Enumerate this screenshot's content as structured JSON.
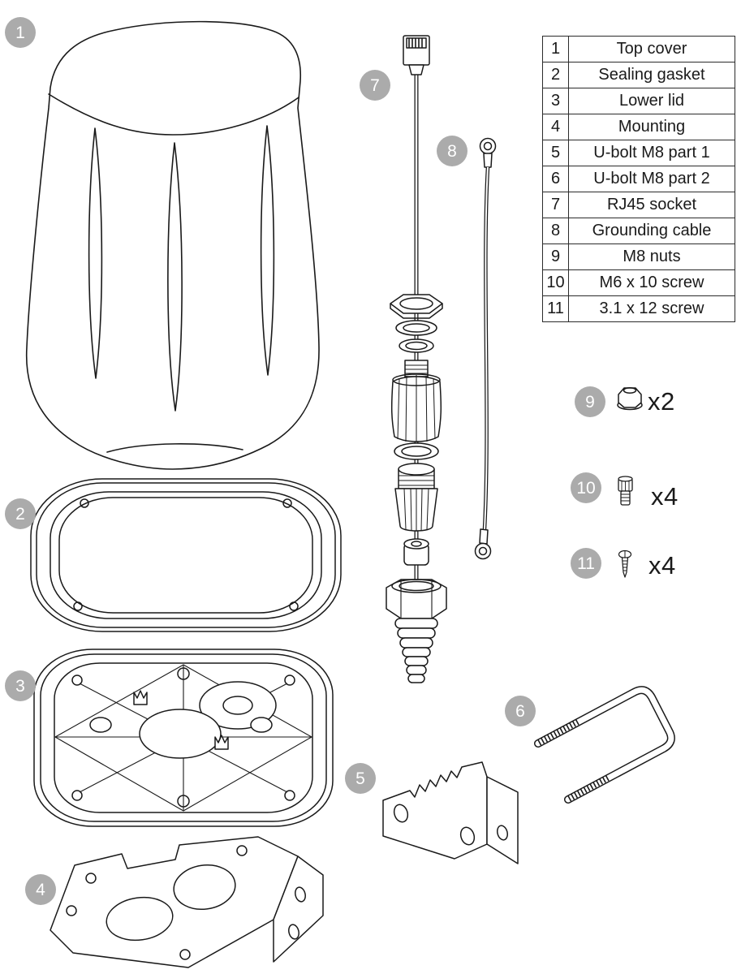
{
  "parts_table": {
    "rows": [
      {
        "num": "1",
        "name": "Top cover"
      },
      {
        "num": "2",
        "name": "Sealing gasket"
      },
      {
        "num": "3",
        "name": "Lower lid"
      },
      {
        "num": "4",
        "name": "Mounting"
      },
      {
        "num": "5",
        "name": "U-bolt M8 part 1"
      },
      {
        "num": "6",
        "name": "U-bolt M8 part 2"
      },
      {
        "num": "7",
        "name": "RJ45 socket"
      },
      {
        "num": "8",
        "name": "Grounding cable"
      },
      {
        "num": "9",
        "name": "M8 nuts"
      },
      {
        "num": "10",
        "name": "M6 x 10 screw"
      },
      {
        "num": "11",
        "name": "3.1 x 12 screw"
      }
    ]
  },
  "badges": {
    "b1": "1",
    "b2": "2",
    "b3": "3",
    "b4": "4",
    "b5": "5",
    "b6": "6",
    "b7": "7",
    "b8": "8",
    "b9": "9",
    "b10": "10",
    "b11": "11"
  },
  "quantities": {
    "m8_nuts": "x2",
    "m6_screws": "x4",
    "small_screws": "x4"
  },
  "colors": {
    "badge_background": "#ababab",
    "badge_text": "#ffffff",
    "line": "#1a1a1a",
    "table_border": "#2b2b2b",
    "background": "#ffffff"
  }
}
